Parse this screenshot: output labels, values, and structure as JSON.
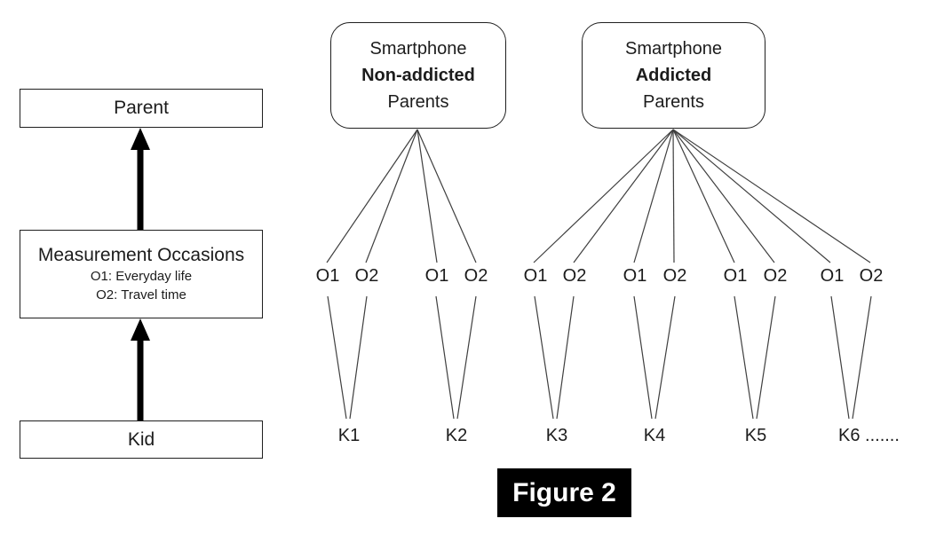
{
  "left_panel": {
    "parent_label": "Parent",
    "measurement": {
      "title": "Measurement Occasions",
      "occasion1": "O1: Everyday life",
      "occasion2": "O2: Travel time"
    },
    "kid_label": "Kid"
  },
  "groups": {
    "non_addicted": {
      "line1": "Smartphone",
      "line2": "Non-addicted",
      "line3": "Parents"
    },
    "addicted": {
      "line1": "Smartphone",
      "line2": "Addicted",
      "line3": "Parents"
    }
  },
  "occasions": [
    "O1",
    "O2",
    "O1",
    "O2",
    "O1",
    "O2",
    "O1",
    "O2",
    "O1",
    "O2",
    "O1",
    "O2"
  ],
  "kids": [
    "K1",
    "K2",
    "K3",
    "K4",
    "K5",
    "K6 ......."
  ],
  "caption": "Figure 2",
  "colors": {
    "background": "#ffffff",
    "line": "#3f3f3f",
    "border": "#1f1f1f",
    "arrow": "#000000",
    "caption_bg": "#000000",
    "caption_text": "#ffffff"
  }
}
